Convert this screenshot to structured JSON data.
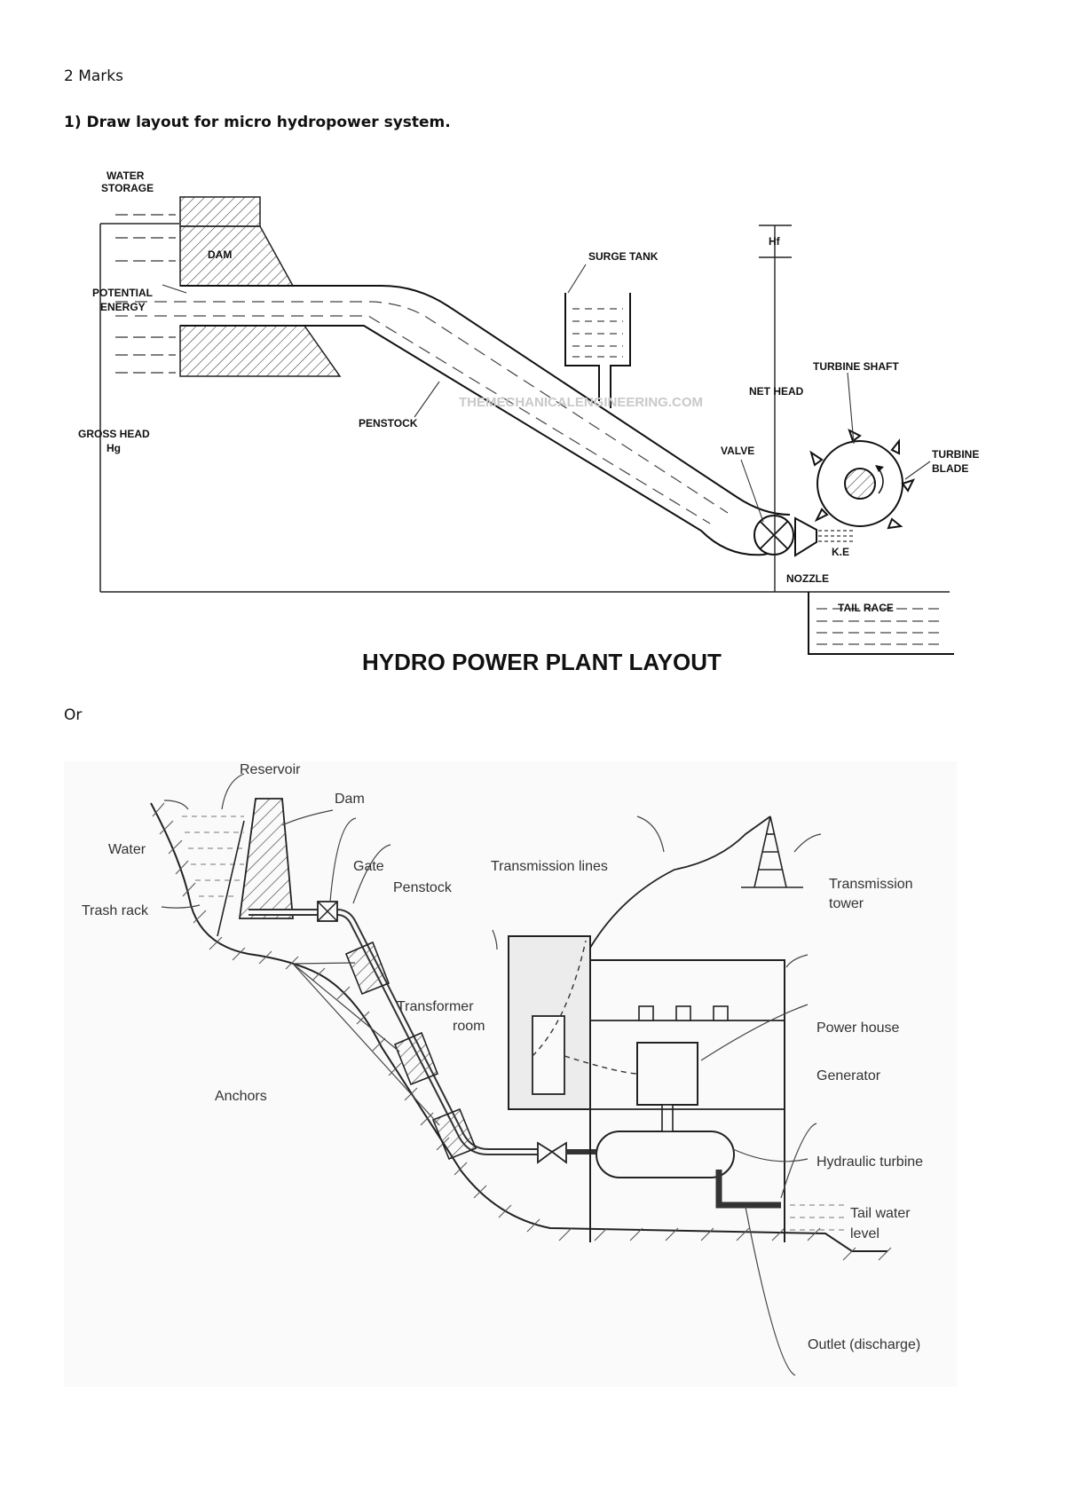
{
  "heading": "2 Marks",
  "question": "1) Draw layout for micro hydropower system.",
  "separator": "Or",
  "diagram1": {
    "title": "HYDRO POWER PLANT LAYOUT",
    "watermark": "THEMECHANICALENGINEERING.COM",
    "labels": {
      "water_storage_1": "WATER",
      "water_storage_2": "STORAGE",
      "dam": "DAM",
      "potential_1": "POTENTIAL",
      "potential_2": "ENERGY",
      "gross_head_1": "GROSS HEAD",
      "gross_head_2": "Hg",
      "penstock": "PENSTOCK",
      "surge_tank": "SURGE TANK",
      "hf": "Hf",
      "net_head": "NET HEAD",
      "turbine_shaft": "TURBINE SHAFT",
      "valve": "VALVE",
      "turbine_blade_1": "TURBINE",
      "turbine_blade_2": "BLADE",
      "ke": "K.E",
      "nozzle": "NOZZLE",
      "tail_race": "TAIL RACE"
    }
  },
  "diagram2": {
    "labels": {
      "reservoir": "Reservoir",
      "dam": "Dam",
      "water": "Water",
      "trash_rack": "Trash rack",
      "gate": "Gate",
      "penstock": "Penstock",
      "transmission_lines": "Transmission lines",
      "transmission_tower_1": "Transmission",
      "transmission_tower_2": "tower",
      "transformer_room_1": "Transformer",
      "transformer_room_2": "room",
      "power_house": "Power house",
      "generator": "Generator",
      "anchors": "Anchors",
      "hydraulic_turbine": "Hydraulic turbine",
      "tail_water_1": "Tail water",
      "tail_water_2": "level",
      "outlet": "Outlet (discharge)"
    }
  }
}
